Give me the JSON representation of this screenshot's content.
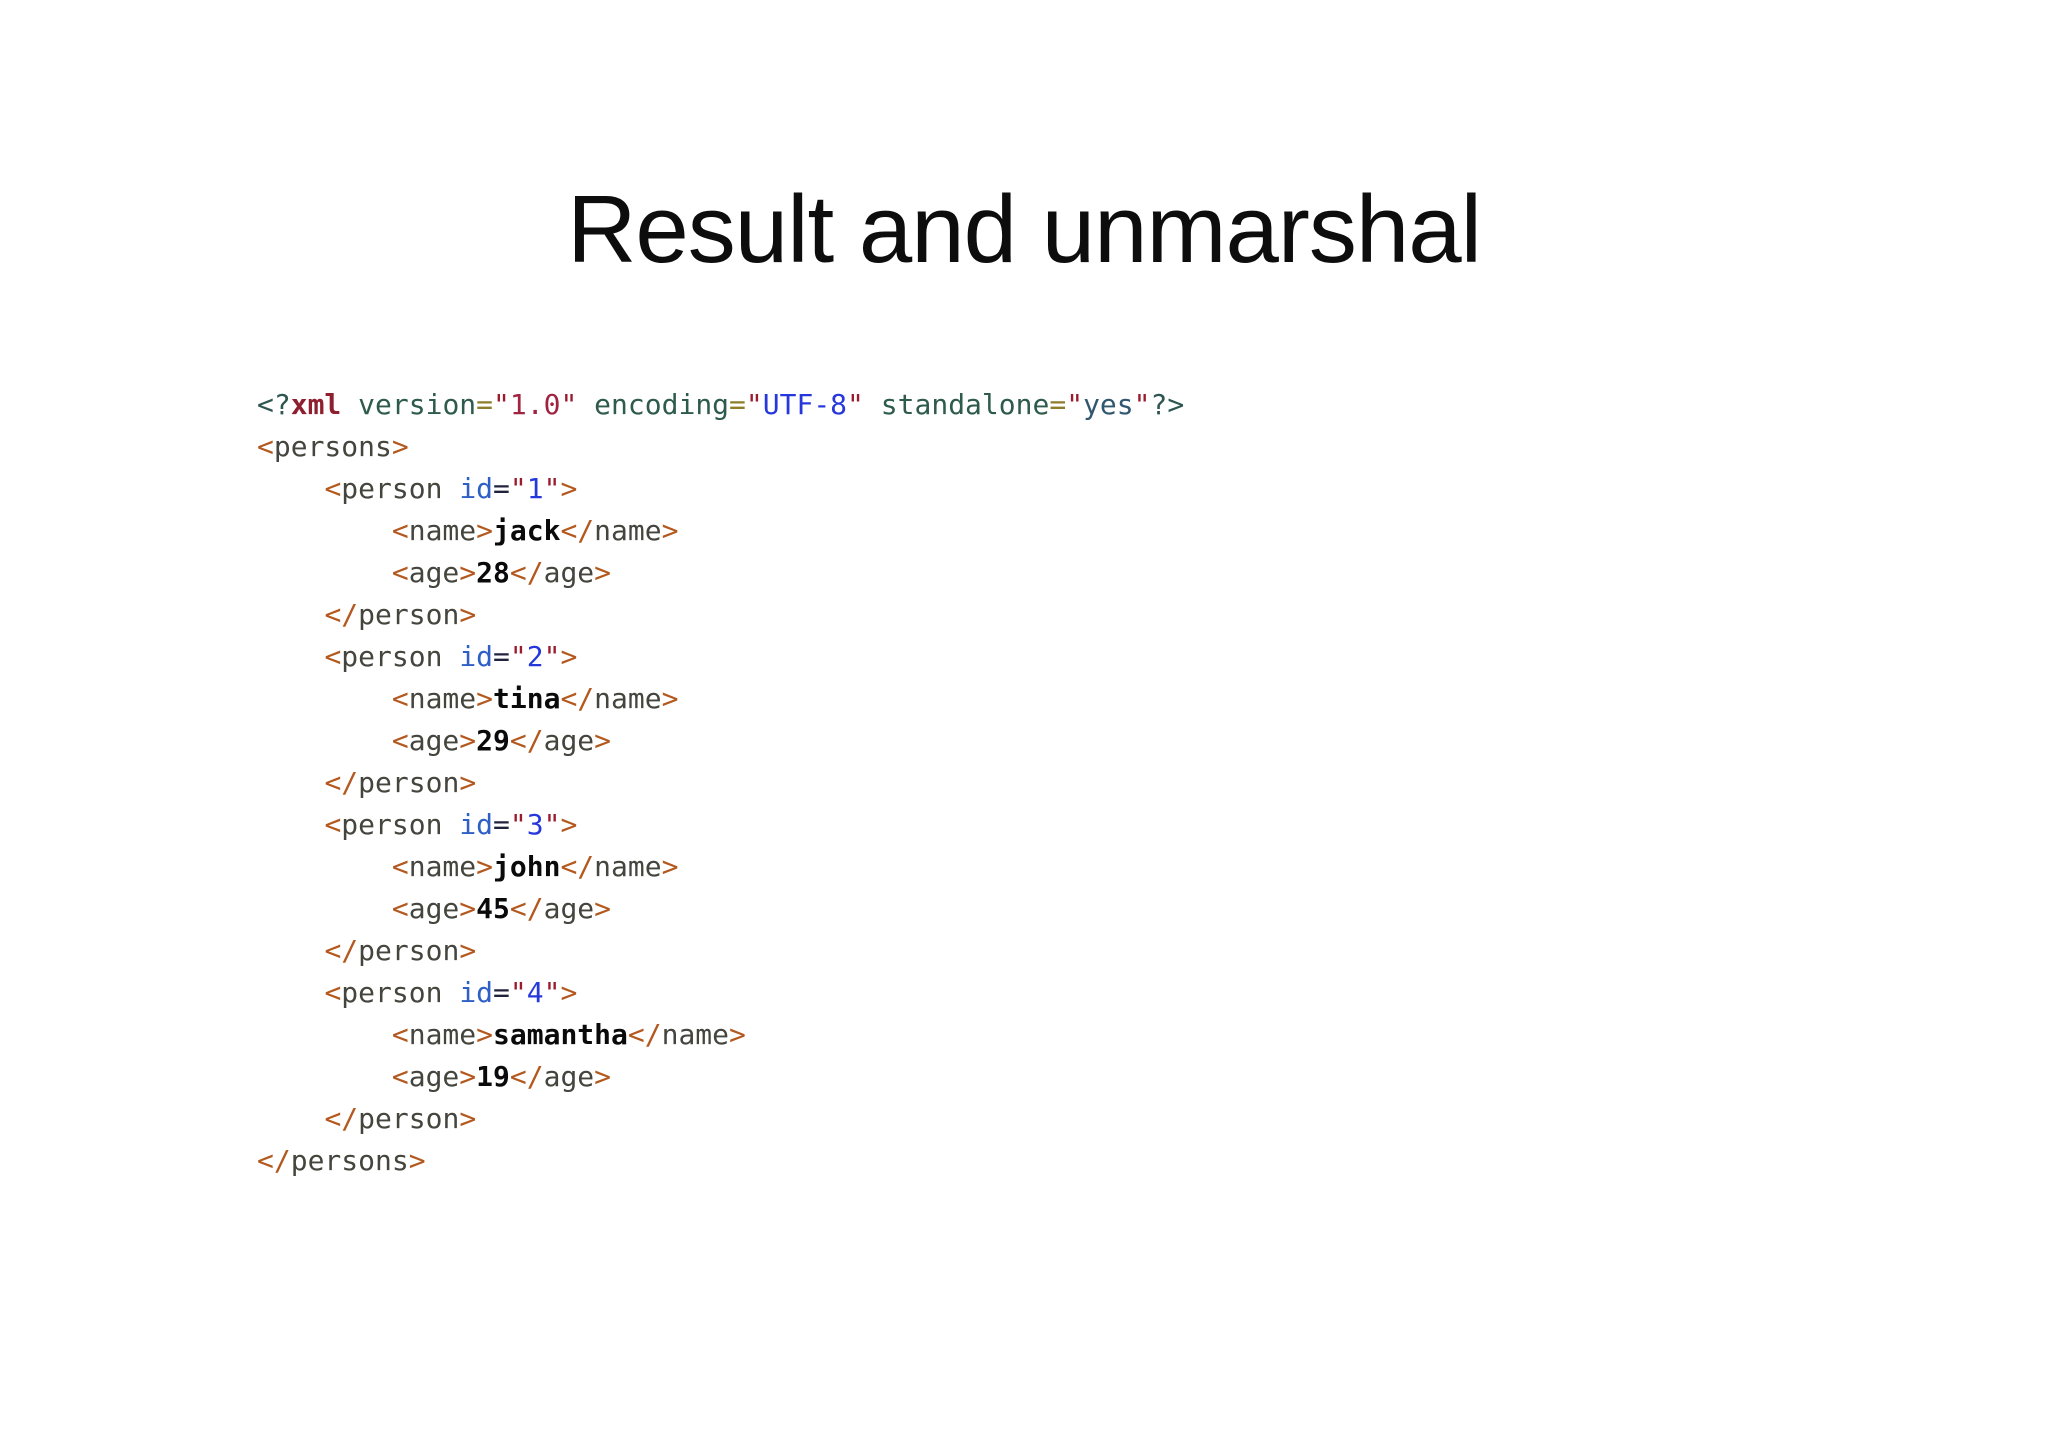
{
  "slide": {
    "title": "Result and unmarshal"
  },
  "code": {
    "language": "xml",
    "palette": {
      "pi": "#2E5650",
      "piName": "#8E1F2E",
      "attr_green": "#2E5B4C",
      "eq_olive": "#8E7D2A",
      "quote": "#9A1B2E",
      "val_red": "#A02340",
      "val_blue": "#2638DC",
      "val_steel": "#31566F",
      "bracket": "#B3581E",
      "tag": "#45453E",
      "attr_blue": "#2E5FC6",
      "eq_dark": "#22223C",
      "content": "#0A0A0A",
      "plain": "#000000"
    },
    "persons": [
      {
        "id": "1",
        "name": "jack",
        "age": "28"
      },
      {
        "id": "2",
        "name": "tina",
        "age": "29"
      },
      {
        "id": "3",
        "name": "john",
        "age": "45"
      },
      {
        "id": "4",
        "name": "samantha",
        "age": "19"
      }
    ],
    "lines": [
      [
        [
          "<?",
          "pi"
        ],
        [
          "xml",
          "piName",
          "b"
        ],
        [
          " version",
          "attr_green"
        ],
        [
          "=",
          "eq_olive"
        ],
        [
          "\"",
          "quote"
        ],
        [
          "1.0",
          "val_red"
        ],
        [
          "\"",
          "quote"
        ],
        [
          " encoding",
          "attr_green"
        ],
        [
          "=",
          "eq_olive"
        ],
        [
          "\"",
          "quote"
        ],
        [
          "UTF-8",
          "val_blue"
        ],
        [
          "\"",
          "quote"
        ],
        [
          " standalone",
          "attr_green"
        ],
        [
          "=",
          "eq_olive"
        ],
        [
          "\"",
          "quote"
        ],
        [
          "yes",
          "val_steel"
        ],
        [
          "\"",
          "quote"
        ],
        [
          "?>",
          "pi"
        ]
      ],
      [
        [
          "<",
          "bracket"
        ],
        [
          "persons",
          "tag"
        ],
        [
          ">",
          "bracket"
        ]
      ],
      [
        [
          "    ",
          "plain"
        ],
        [
          "<",
          "bracket"
        ],
        [
          "person",
          "tag"
        ],
        [
          " ",
          "plain"
        ],
        [
          "id",
          "attr_blue"
        ],
        [
          "=",
          "eq_dark"
        ],
        [
          "\"",
          "quote"
        ],
        [
          "1",
          "val_blue"
        ],
        [
          "\"",
          "quote"
        ],
        [
          ">",
          "bracket"
        ]
      ],
      [
        [
          "        ",
          "plain"
        ],
        [
          "<",
          "bracket"
        ],
        [
          "name",
          "tag"
        ],
        [
          ">",
          "bracket"
        ],
        [
          "jack",
          "content",
          "b"
        ],
        [
          "</",
          "bracket"
        ],
        [
          "name",
          "tag"
        ],
        [
          ">",
          "bracket"
        ]
      ],
      [
        [
          "        ",
          "plain"
        ],
        [
          "<",
          "bracket"
        ],
        [
          "age",
          "tag"
        ],
        [
          ">",
          "bracket"
        ],
        [
          "28",
          "content",
          "b"
        ],
        [
          "</",
          "bracket"
        ],
        [
          "age",
          "tag"
        ],
        [
          ">",
          "bracket"
        ]
      ],
      [
        [
          "    ",
          "plain"
        ],
        [
          "</",
          "bracket"
        ],
        [
          "person",
          "tag"
        ],
        [
          ">",
          "bracket"
        ]
      ],
      [
        [
          "    ",
          "plain"
        ],
        [
          "<",
          "bracket"
        ],
        [
          "person",
          "tag"
        ],
        [
          " ",
          "plain"
        ],
        [
          "id",
          "attr_blue"
        ],
        [
          "=",
          "eq_dark"
        ],
        [
          "\"",
          "quote"
        ],
        [
          "2",
          "val_blue"
        ],
        [
          "\"",
          "quote"
        ],
        [
          ">",
          "bracket"
        ]
      ],
      [
        [
          "        ",
          "plain"
        ],
        [
          "<",
          "bracket"
        ],
        [
          "name",
          "tag"
        ],
        [
          ">",
          "bracket"
        ],
        [
          "tina",
          "content",
          "b"
        ],
        [
          "</",
          "bracket"
        ],
        [
          "name",
          "tag"
        ],
        [
          ">",
          "bracket"
        ]
      ],
      [
        [
          "        ",
          "plain"
        ],
        [
          "<",
          "bracket"
        ],
        [
          "age",
          "tag"
        ],
        [
          ">",
          "bracket"
        ],
        [
          "29",
          "content",
          "b"
        ],
        [
          "</",
          "bracket"
        ],
        [
          "age",
          "tag"
        ],
        [
          ">",
          "bracket"
        ]
      ],
      [
        [
          "    ",
          "plain"
        ],
        [
          "</",
          "bracket"
        ],
        [
          "person",
          "tag"
        ],
        [
          ">",
          "bracket"
        ]
      ],
      [
        [
          "    ",
          "plain"
        ],
        [
          "<",
          "bracket"
        ],
        [
          "person",
          "tag"
        ],
        [
          " ",
          "plain"
        ],
        [
          "id",
          "attr_blue"
        ],
        [
          "=",
          "eq_dark"
        ],
        [
          "\"",
          "quote"
        ],
        [
          "3",
          "val_blue"
        ],
        [
          "\"",
          "quote"
        ],
        [
          ">",
          "bracket"
        ]
      ],
      [
        [
          "        ",
          "plain"
        ],
        [
          "<",
          "bracket"
        ],
        [
          "name",
          "tag"
        ],
        [
          ">",
          "bracket"
        ],
        [
          "john",
          "content",
          "b"
        ],
        [
          "</",
          "bracket"
        ],
        [
          "name",
          "tag"
        ],
        [
          ">",
          "bracket"
        ]
      ],
      [
        [
          "        ",
          "plain"
        ],
        [
          "<",
          "bracket"
        ],
        [
          "age",
          "tag"
        ],
        [
          ">",
          "bracket"
        ],
        [
          "45",
          "content",
          "b"
        ],
        [
          "</",
          "bracket"
        ],
        [
          "age",
          "tag"
        ],
        [
          ">",
          "bracket"
        ]
      ],
      [
        [
          "    ",
          "plain"
        ],
        [
          "</",
          "bracket"
        ],
        [
          "person",
          "tag"
        ],
        [
          ">",
          "bracket"
        ]
      ],
      [
        [
          "    ",
          "plain"
        ],
        [
          "<",
          "bracket"
        ],
        [
          "person",
          "tag"
        ],
        [
          " ",
          "plain"
        ],
        [
          "id",
          "attr_blue"
        ],
        [
          "=",
          "eq_dark"
        ],
        [
          "\"",
          "quote"
        ],
        [
          "4",
          "val_blue"
        ],
        [
          "\"",
          "quote"
        ],
        [
          ">",
          "bracket"
        ]
      ],
      [
        [
          "        ",
          "plain"
        ],
        [
          "<",
          "bracket"
        ],
        [
          "name",
          "tag"
        ],
        [
          ">",
          "bracket"
        ],
        [
          "samantha",
          "content",
          "b"
        ],
        [
          "</",
          "bracket"
        ],
        [
          "name",
          "tag"
        ],
        [
          ">",
          "bracket"
        ]
      ],
      [
        [
          "        ",
          "plain"
        ],
        [
          "<",
          "bracket"
        ],
        [
          "age",
          "tag"
        ],
        [
          ">",
          "bracket"
        ],
        [
          "19",
          "content",
          "b"
        ],
        [
          "</",
          "bracket"
        ],
        [
          "age",
          "tag"
        ],
        [
          ">",
          "bracket"
        ]
      ],
      [
        [
          "    ",
          "plain"
        ],
        [
          "</",
          "bracket"
        ],
        [
          "person",
          "tag"
        ],
        [
          ">",
          "bracket"
        ]
      ],
      [
        [
          "</",
          "bracket"
        ],
        [
          "persons",
          "tag"
        ],
        [
          ">",
          "bracket"
        ]
      ]
    ]
  }
}
